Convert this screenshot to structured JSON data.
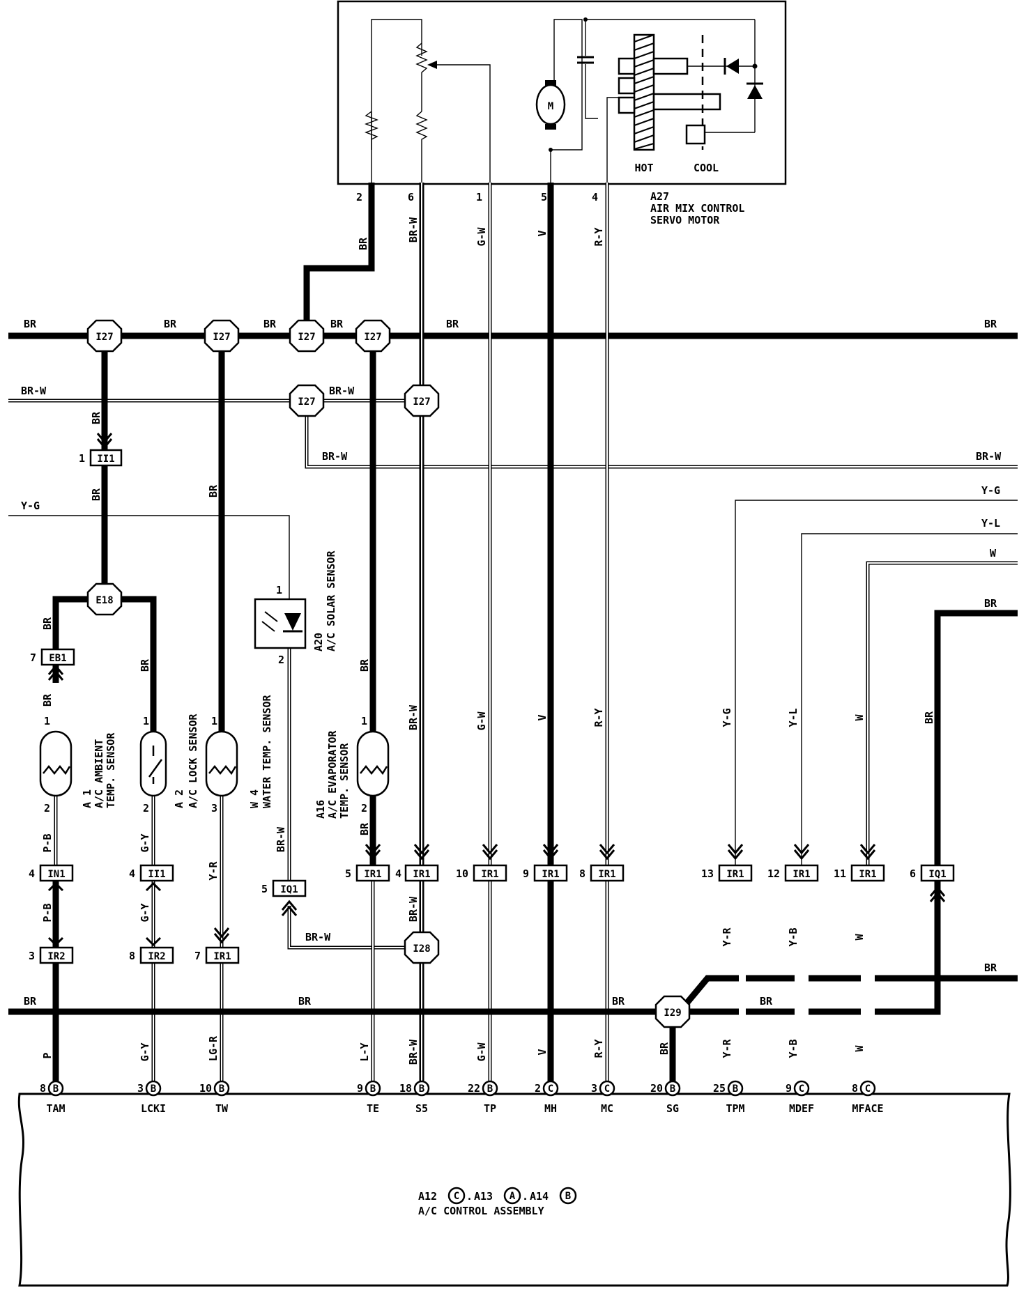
{
  "servo": {
    "id": "A27",
    "name_line1": "AIR MIX CONTROL",
    "name_line2": "SERVO MOTOR",
    "hot": "HOT",
    "cool": "COOL",
    "motor": "M"
  },
  "servo_pins": [
    "2",
    "6",
    "1",
    "5",
    "4"
  ],
  "servo_wire_colors": [
    "BR",
    "BR-W",
    "G-W",
    "V",
    "R-Y"
  ],
  "bus_labels": {
    "br_top": [
      "BR",
      "BR",
      "BR",
      "BR",
      "BR",
      "BR"
    ],
    "brw_top": [
      "BR-W",
      "BR-W"
    ],
    "brw_long": [
      "BR-W",
      "BR-W"
    ],
    "yg": [
      "Y-G",
      "Y-G"
    ],
    "yl": "Y-L",
    "w": "W",
    "br_right": "BR",
    "br_bottom": [
      "BR",
      "BR",
      "BR",
      "BR",
      "BR"
    ]
  },
  "splices": {
    "i27": "I27",
    "e18": "E18",
    "i28": "I28",
    "i29": "I29"
  },
  "sensors": {
    "a1_id": "A 1",
    "a1_line1": "A/C AMBIENT",
    "a1_line2": "TEMP. SENSOR",
    "a2_id": "A 2",
    "a2_name": "A/C LOCK SENSOR",
    "w4_id": "W 4",
    "w4_name": "WATER TEMP. SENSOR",
    "a20_id": "A20",
    "a20_name": "A/C SOLAR SENSOR",
    "a16_id": "A16",
    "a16_line1": "A/C EVAPORATOR",
    "a16_line2": "TEMP. SENSOR"
  },
  "connectors": [
    {
      "pin": "1",
      "name": "II1"
    },
    {
      "pin": "7",
      "name": "EB1"
    },
    {
      "pin": "4",
      "name": "IN1"
    },
    {
      "pin": "3",
      "name": "IR2"
    },
    {
      "pin": "4",
      "name": "II1"
    },
    {
      "pin": "8",
      "name": "IR2"
    },
    {
      "pin": "7",
      "name": "IR1"
    },
    {
      "pin": "5",
      "name": "IQ1"
    },
    {
      "pin": "5",
      "name": "IR1"
    },
    {
      "pin": "4",
      "name": "IR1"
    },
    {
      "pin": "10",
      "name": "IR1"
    },
    {
      "pin": "9",
      "name": "IR1"
    },
    {
      "pin": "8",
      "name": "IR1"
    },
    {
      "pin": "13",
      "name": "IR1"
    },
    {
      "pin": "12",
      "name": "IR1"
    },
    {
      "pin": "11",
      "name": "IR1"
    },
    {
      "pin": "6",
      "name": "IQ1"
    }
  ],
  "wire_labels": {
    "a1_upper": [
      "BR",
      "BR"
    ],
    "a1_lower": [
      "P-B",
      "P-B",
      "P"
    ],
    "a2_upper": "BR",
    "a2_lower": [
      "G-Y",
      "G-Y",
      "G-Y"
    ],
    "w4_upper": "BR",
    "w4_lower": [
      "Y-R",
      "LG-R"
    ],
    "a20_lower": [
      "BR-W",
      "BR-W"
    ],
    "a16_upper": "BR",
    "a16_lower": [
      "BR",
      "L-Y"
    ],
    "s5_wire": [
      "BR-W",
      "BR-W",
      "BR-W"
    ],
    "tp_wire": [
      "G-W",
      "G-W"
    ],
    "mh_wire": [
      "V",
      "V"
    ],
    "mc_wire": [
      "R-Y",
      "R-Y"
    ],
    "sg_wire": "BR",
    "tpm_wire": [
      "Y-G",
      "Y-R",
      "Y-R"
    ],
    "mdef_wire": [
      "Y-L",
      "Y-B",
      "Y-B"
    ],
    "mface_wire": [
      "W",
      "W",
      "W"
    ],
    "iq1_wire": "BR"
  },
  "sensor_pins": {
    "a1": [
      "1",
      "2"
    ],
    "a2": [
      "1",
      "2"
    ],
    "w4": [
      "1",
      "3"
    ],
    "a20": [
      "1",
      "2"
    ],
    "a16": [
      "1",
      "2"
    ]
  },
  "terminals": [
    {
      "pin": "8",
      "conn": "B",
      "name": "TAM"
    },
    {
      "pin": "3",
      "conn": "B",
      "name": "LCKI"
    },
    {
      "pin": "10",
      "conn": "B",
      "name": "TW"
    },
    {
      "pin": "9",
      "conn": "B",
      "name": "TE"
    },
    {
      "pin": "18",
      "conn": "B",
      "name": "S5"
    },
    {
      "pin": "22",
      "conn": "B",
      "name": "TP"
    },
    {
      "pin": "2",
      "conn": "C",
      "name": "MH"
    },
    {
      "pin": "3",
      "conn": "C",
      "name": "MC"
    },
    {
      "pin": "20",
      "conn": "B",
      "name": "SG"
    },
    {
      "pin": "25",
      "conn": "B",
      "name": "TPM"
    },
    {
      "pin": "9",
      "conn": "C",
      "name": "MDEF"
    },
    {
      "pin": "8",
      "conn": "C",
      "name": "MFACE"
    }
  ],
  "assembly": {
    "id_a12": "A12",
    "c_a12": "C",
    "id_a13": "A13",
    "c_a13": "A",
    "id_a14": "A14",
    "c_a14": "B",
    "name": "A/C CONTROL ASSEMBLY"
  }
}
